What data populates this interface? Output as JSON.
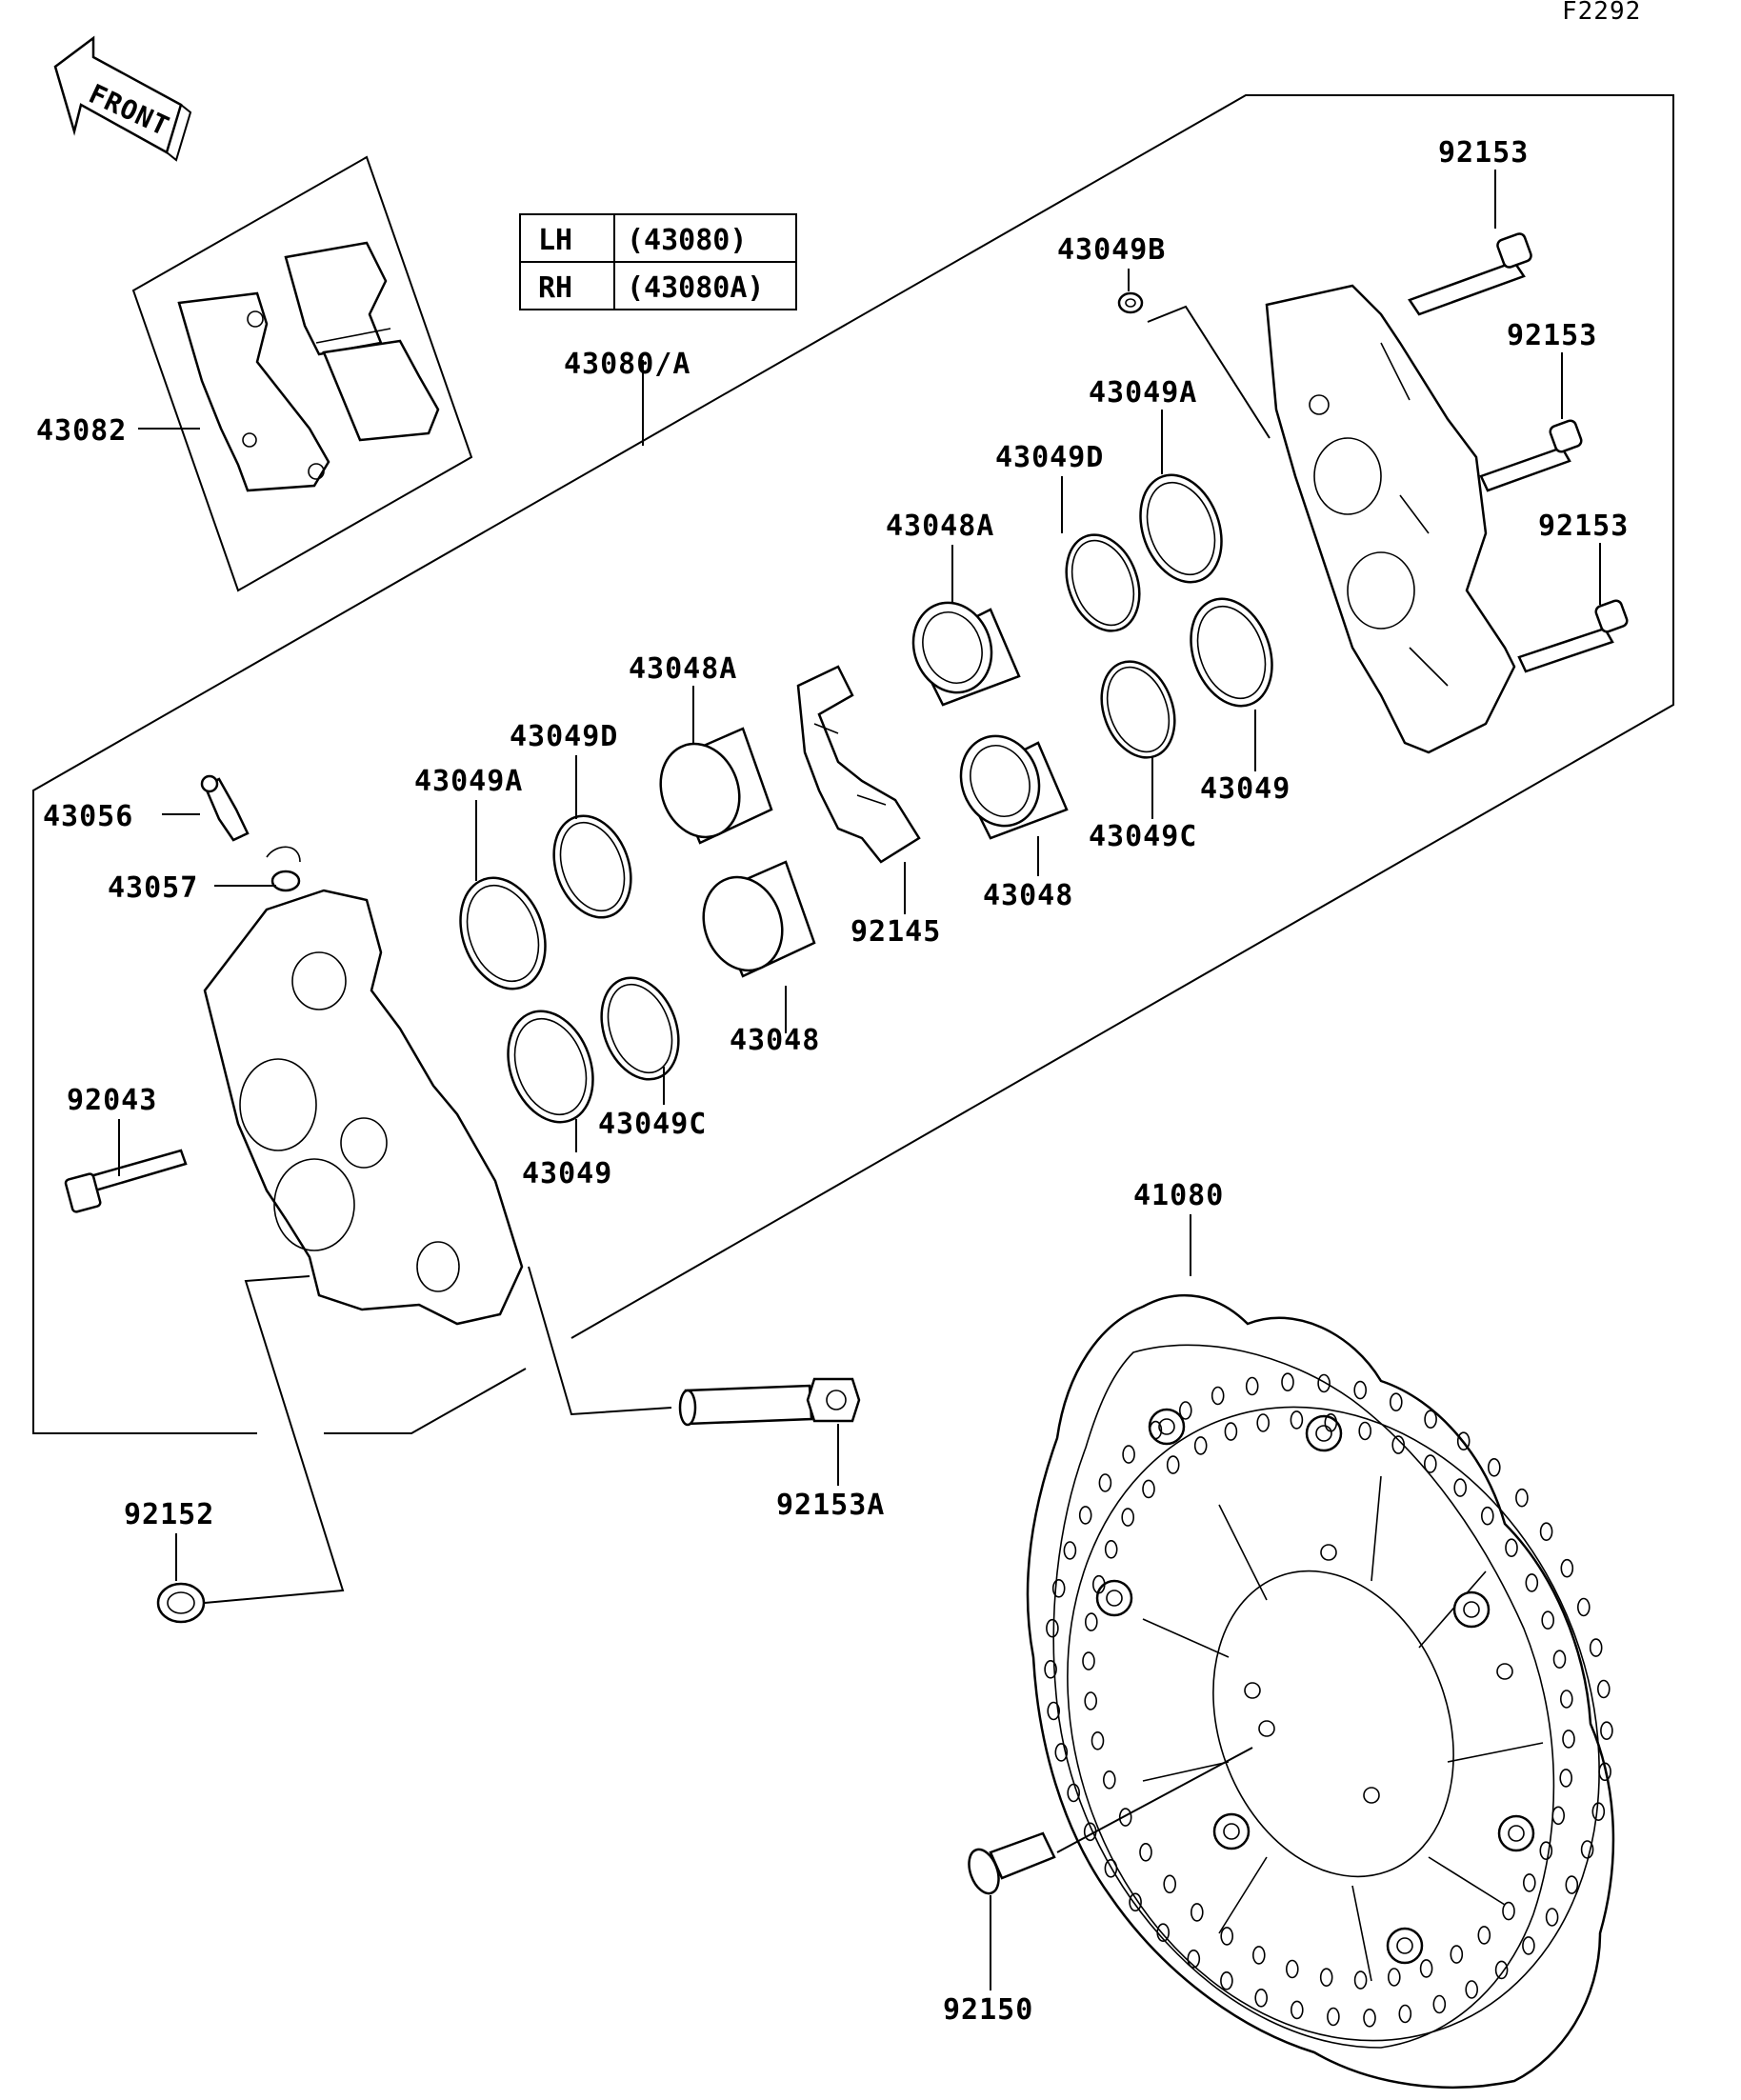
{
  "figure_code": "F2292",
  "front_label": "FRONT",
  "variant_table": [
    {
      "side": "LH",
      "code": "(43080)"
    },
    {
      "side": "RH",
      "code": "(43080A)"
    }
  ],
  "callouts": {
    "c43080A": "43080/A",
    "c43082": "43082",
    "c43049B": "43049B",
    "c92153_1": "92153",
    "c92153_2": "92153",
    "c92153_3": "92153",
    "c43049A_r": "43049A",
    "c43049D_r": "43049D",
    "c43048A_r": "43048A",
    "c43048A_l": "43048A",
    "c43049D_l": "43049D",
    "c43049A_l": "43049A",
    "c43049_r": "43049",
    "c43049C_r": "43049C",
    "c43048_r": "43048",
    "c92145": "92145",
    "c43056": "43056",
    "c43057": "43057",
    "c43048_l": "43048",
    "c43049C_l": "43049C",
    "c43049_l": "43049",
    "c92043": "92043",
    "c41080": "41080",
    "c92152": "92152",
    "c92153A": "92153A",
    "c92150": "92150"
  }
}
